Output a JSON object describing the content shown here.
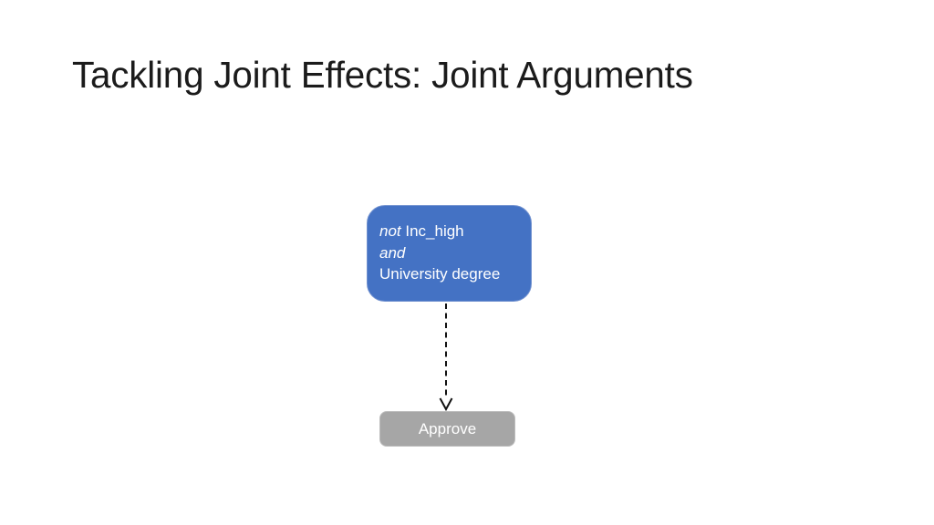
{
  "slide": {
    "title": "Tackling Joint Effects: Joint Arguments",
    "background_color": "#ffffff",
    "title_color": "#1b1b1b"
  },
  "diagram": {
    "argument_node": {
      "line1_operator": "not ",
      "line1_term": "Inc_high",
      "line2_operator": "and",
      "line3_term": "University degree",
      "fill_color": "#4472C4",
      "border_color": "#7191CF",
      "text_color": "#ffffff"
    },
    "connector": {
      "type": "dashed-arrow-down",
      "color": "#111111"
    },
    "decision_node": {
      "label": "Approve",
      "fill_color": "#A6A6A6",
      "border_color": "#BDBDBD",
      "text_color": "#ffffff"
    }
  }
}
